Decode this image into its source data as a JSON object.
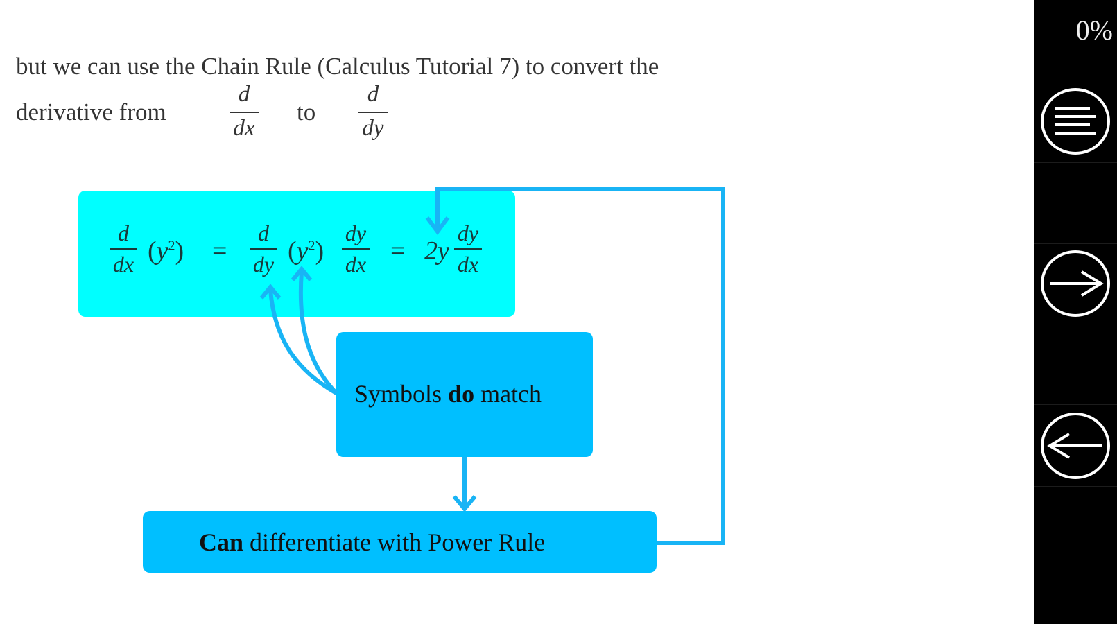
{
  "paragraph": {
    "line1": "but we can use the Chain Rule (Calculus Tutorial 7) to convert the",
    "line2_prefix": "derivative from",
    "from_frac": {
      "num": "d",
      "den": "dx"
    },
    "to_word": "to",
    "to_frac": {
      "num": "d",
      "den": "dy"
    }
  },
  "diagram": {
    "equation": {
      "f1": {
        "num": "d",
        "den": "dx"
      },
      "y2": "y",
      "exp": "2",
      "eq": "=",
      "f2": {
        "num": "d",
        "den": "dy"
      },
      "f3": {
        "num": "dy",
        "den": "dx"
      },
      "coef": "2y",
      "f4": {
        "num": "dy",
        "den": "dx"
      }
    },
    "match_box": {
      "pre": "Symbols ",
      "bold": "do",
      "post": " match"
    },
    "power_box": {
      "bold": "Can",
      "post": " differentiate with Power Rule"
    },
    "colors": {
      "equation_bg": "#00ffff",
      "box_bg": "#00bfff",
      "arrow": "#19b4f5"
    }
  },
  "sidebar": {
    "progress": "0%",
    "icons": [
      "menu-icon",
      "arrow-right-icon",
      "arrow-left-icon"
    ]
  }
}
